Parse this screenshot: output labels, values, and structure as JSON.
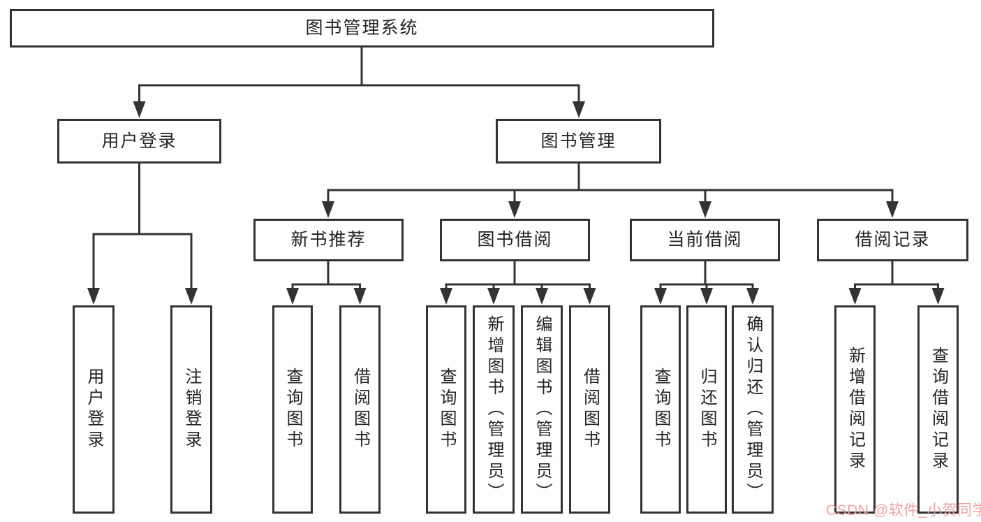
{
  "colors": {
    "line": "#333333",
    "text": "#222222",
    "box-bg": "#ffffff",
    "bg": "#ffffff",
    "watermark": "#efa4a2"
  },
  "watermark": "CSDN @软件_小贺同学",
  "tree": {
    "label": "图书管理系统",
    "children": [
      {
        "label": "用户登录",
        "children": [
          {
            "label": "用户登录"
          },
          {
            "label": "注销登录"
          }
        ]
      },
      {
        "label": "图书管理",
        "children": [
          {
            "label": "新书推荐",
            "children": [
              {
                "label": "查询图书"
              },
              {
                "label": "借阅图书"
              }
            ]
          },
          {
            "label": "图书借阅",
            "children": [
              {
                "label": "查询图书"
              },
              {
                "label": "新增图书（管理员）"
              },
              {
                "label": "编辑图书（管理员）"
              },
              {
                "label": "借阅图书"
              }
            ]
          },
          {
            "label": "当前借阅",
            "children": [
              {
                "label": "查询图书"
              },
              {
                "label": "归还图书"
              },
              {
                "label": "确认归还（管理员）"
              }
            ]
          },
          {
            "label": "借阅记录",
            "children": [
              {
                "label": "新增借阅记录"
              },
              {
                "label": "查询借阅记录"
              }
            ]
          }
        ]
      }
    ]
  }
}
